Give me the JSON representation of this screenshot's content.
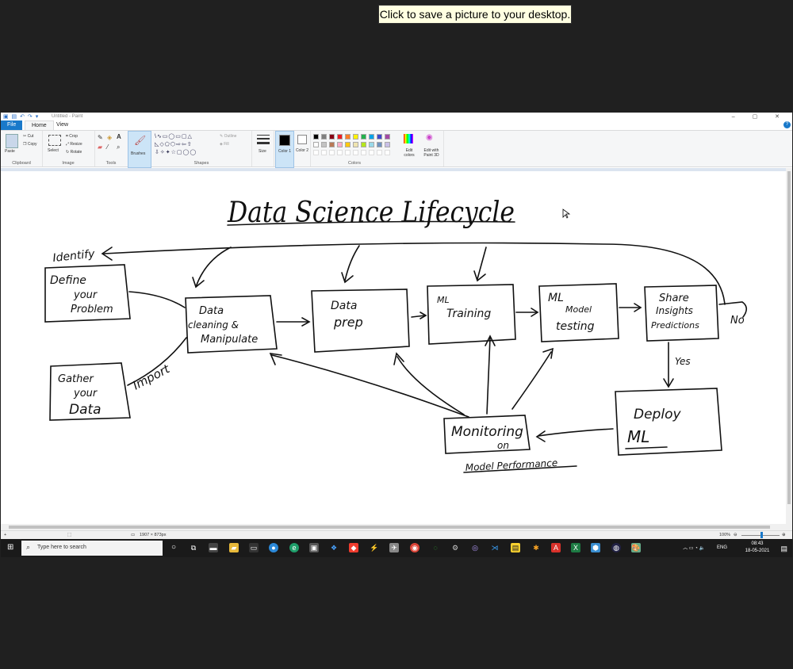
{
  "tooltip": {
    "text": "Click to save a picture to your desktop."
  },
  "window": {
    "title": "Untitled - Paint"
  },
  "menubar": {
    "file": "File",
    "home": "Home",
    "view": "View"
  },
  "ribbon": {
    "clipboard": {
      "paste": "Paste",
      "cut": "Cut",
      "copy": "Copy",
      "label": "Clipboard"
    },
    "image": {
      "select": "Select",
      "crop": "Crop",
      "resize": "Resize",
      "rotate": "Rotate",
      "label": "Image"
    },
    "tools": {
      "label": "Tools"
    },
    "brushes": {
      "label": "Brushes"
    },
    "shapes": {
      "outline": "Outline",
      "fill": "Fill",
      "label": "Shapes"
    },
    "size": {
      "label": "Size"
    },
    "color1": {
      "label": "Color 1"
    },
    "color2": {
      "label": "Color 2"
    },
    "colors": {
      "label": "Colors",
      "edit": "Edit colors"
    },
    "paint3d": {
      "label": "Edit with Paint 3D"
    },
    "palette": [
      "#000000",
      "#7f7f7f",
      "#880015",
      "#ed1c24",
      "#ff7f27",
      "#fff200",
      "#22b14c",
      "#00a2e8",
      "#3f48cc",
      "#a349a4",
      "#ffffff",
      "#c3c3c3",
      "#b97a57",
      "#ffaec9",
      "#ffc90e",
      "#efe4b0",
      "#b5e61d",
      "#99d9ea",
      "#7092be",
      "#c8bfe7"
    ]
  },
  "canvas": {
    "title": "Data Science Lifecycle",
    "labels": {
      "identify": "Identify",
      "define": [
        "Define",
        "your",
        "Problem"
      ],
      "gather": [
        "Gather",
        "your",
        "Data"
      ],
      "import": "Import",
      "cleaning": [
        "Data",
        "cleaning &",
        "Manipulate"
      ],
      "prep": [
        "Data",
        "prep"
      ],
      "training": [
        "ML",
        "Training"
      ],
      "testing": [
        "ML",
        "Model",
        "testing"
      ],
      "insights": [
        "Share",
        "Insights",
        "Predictions"
      ],
      "no": "No",
      "yes": "Yes",
      "deploy": [
        "Deploy",
        "ML"
      ],
      "monitoring": [
        "Monitoring",
        "on"
      ],
      "model_performance": "Model Performance"
    }
  },
  "status": {
    "dimensions": "1907 × 873px",
    "zoom": "100%"
  },
  "taskbar": {
    "search_placeholder": "Type here to search",
    "tray": {
      "lang": "ENG",
      "time": "08:43",
      "date": "18-05-2021"
    }
  }
}
